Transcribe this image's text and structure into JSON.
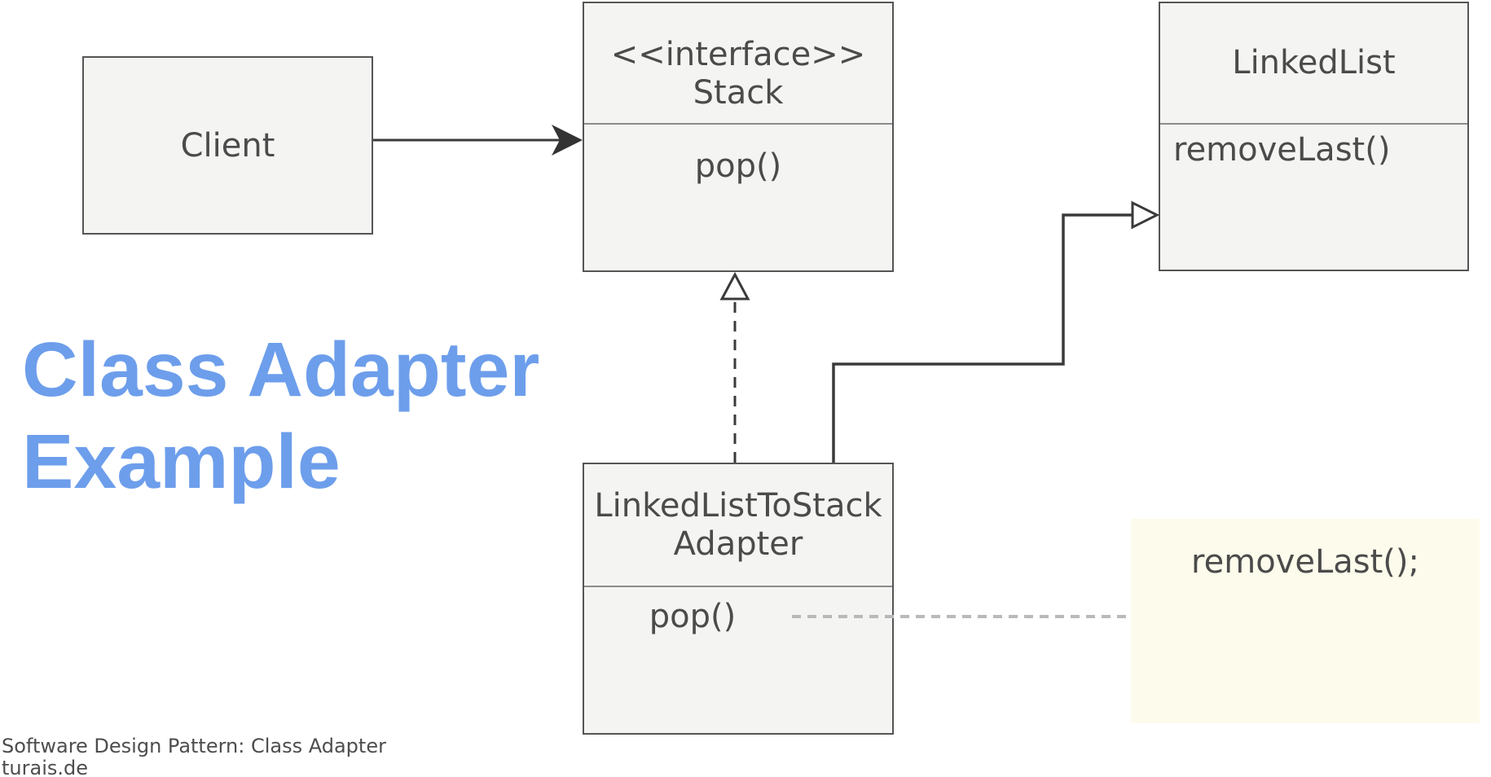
{
  "title": {
    "lines": [
      "Class Adapter",
      "Example"
    ],
    "accent_color": "#6D9EEB"
  },
  "footer": {
    "lines": [
      "Software Design Pattern: Class Adapter",
      "turais.de"
    ]
  },
  "diagram": {
    "client": {
      "name": "Client"
    },
    "stack": {
      "stereotype": "<<interface>>",
      "name": "Stack",
      "methods": [
        "pop()"
      ]
    },
    "linkedlist": {
      "name": "LinkedList",
      "methods": [
        "removeLast()"
      ]
    },
    "adapter": {
      "name_lines": [
        "LinkedListToStack",
        "Adapter"
      ],
      "methods": [
        "pop()"
      ]
    },
    "note": {
      "code": "removeLast();"
    },
    "relations": [
      {
        "from": "Client",
        "to": "Stack",
        "type": "association"
      },
      {
        "from": "LinkedListToStackAdapter",
        "to": "Stack",
        "type": "realization"
      },
      {
        "from": "LinkedListToStackAdapter",
        "to": "LinkedList",
        "type": "generalization"
      },
      {
        "from": "LinkedListToStackAdapter.pop()",
        "to": "note",
        "type": "note-link"
      }
    ],
    "colors": {
      "box_fill": "#F4F4F2",
      "box_border": "#555555",
      "compartment_divider": "#8C8C8C",
      "text": "#4B4B4B",
      "connector": "#3A3A3A",
      "note_fill": "#FDFBEB",
      "note_link": "#B9B9B9",
      "title_accent": "#6D9EEB"
    }
  }
}
